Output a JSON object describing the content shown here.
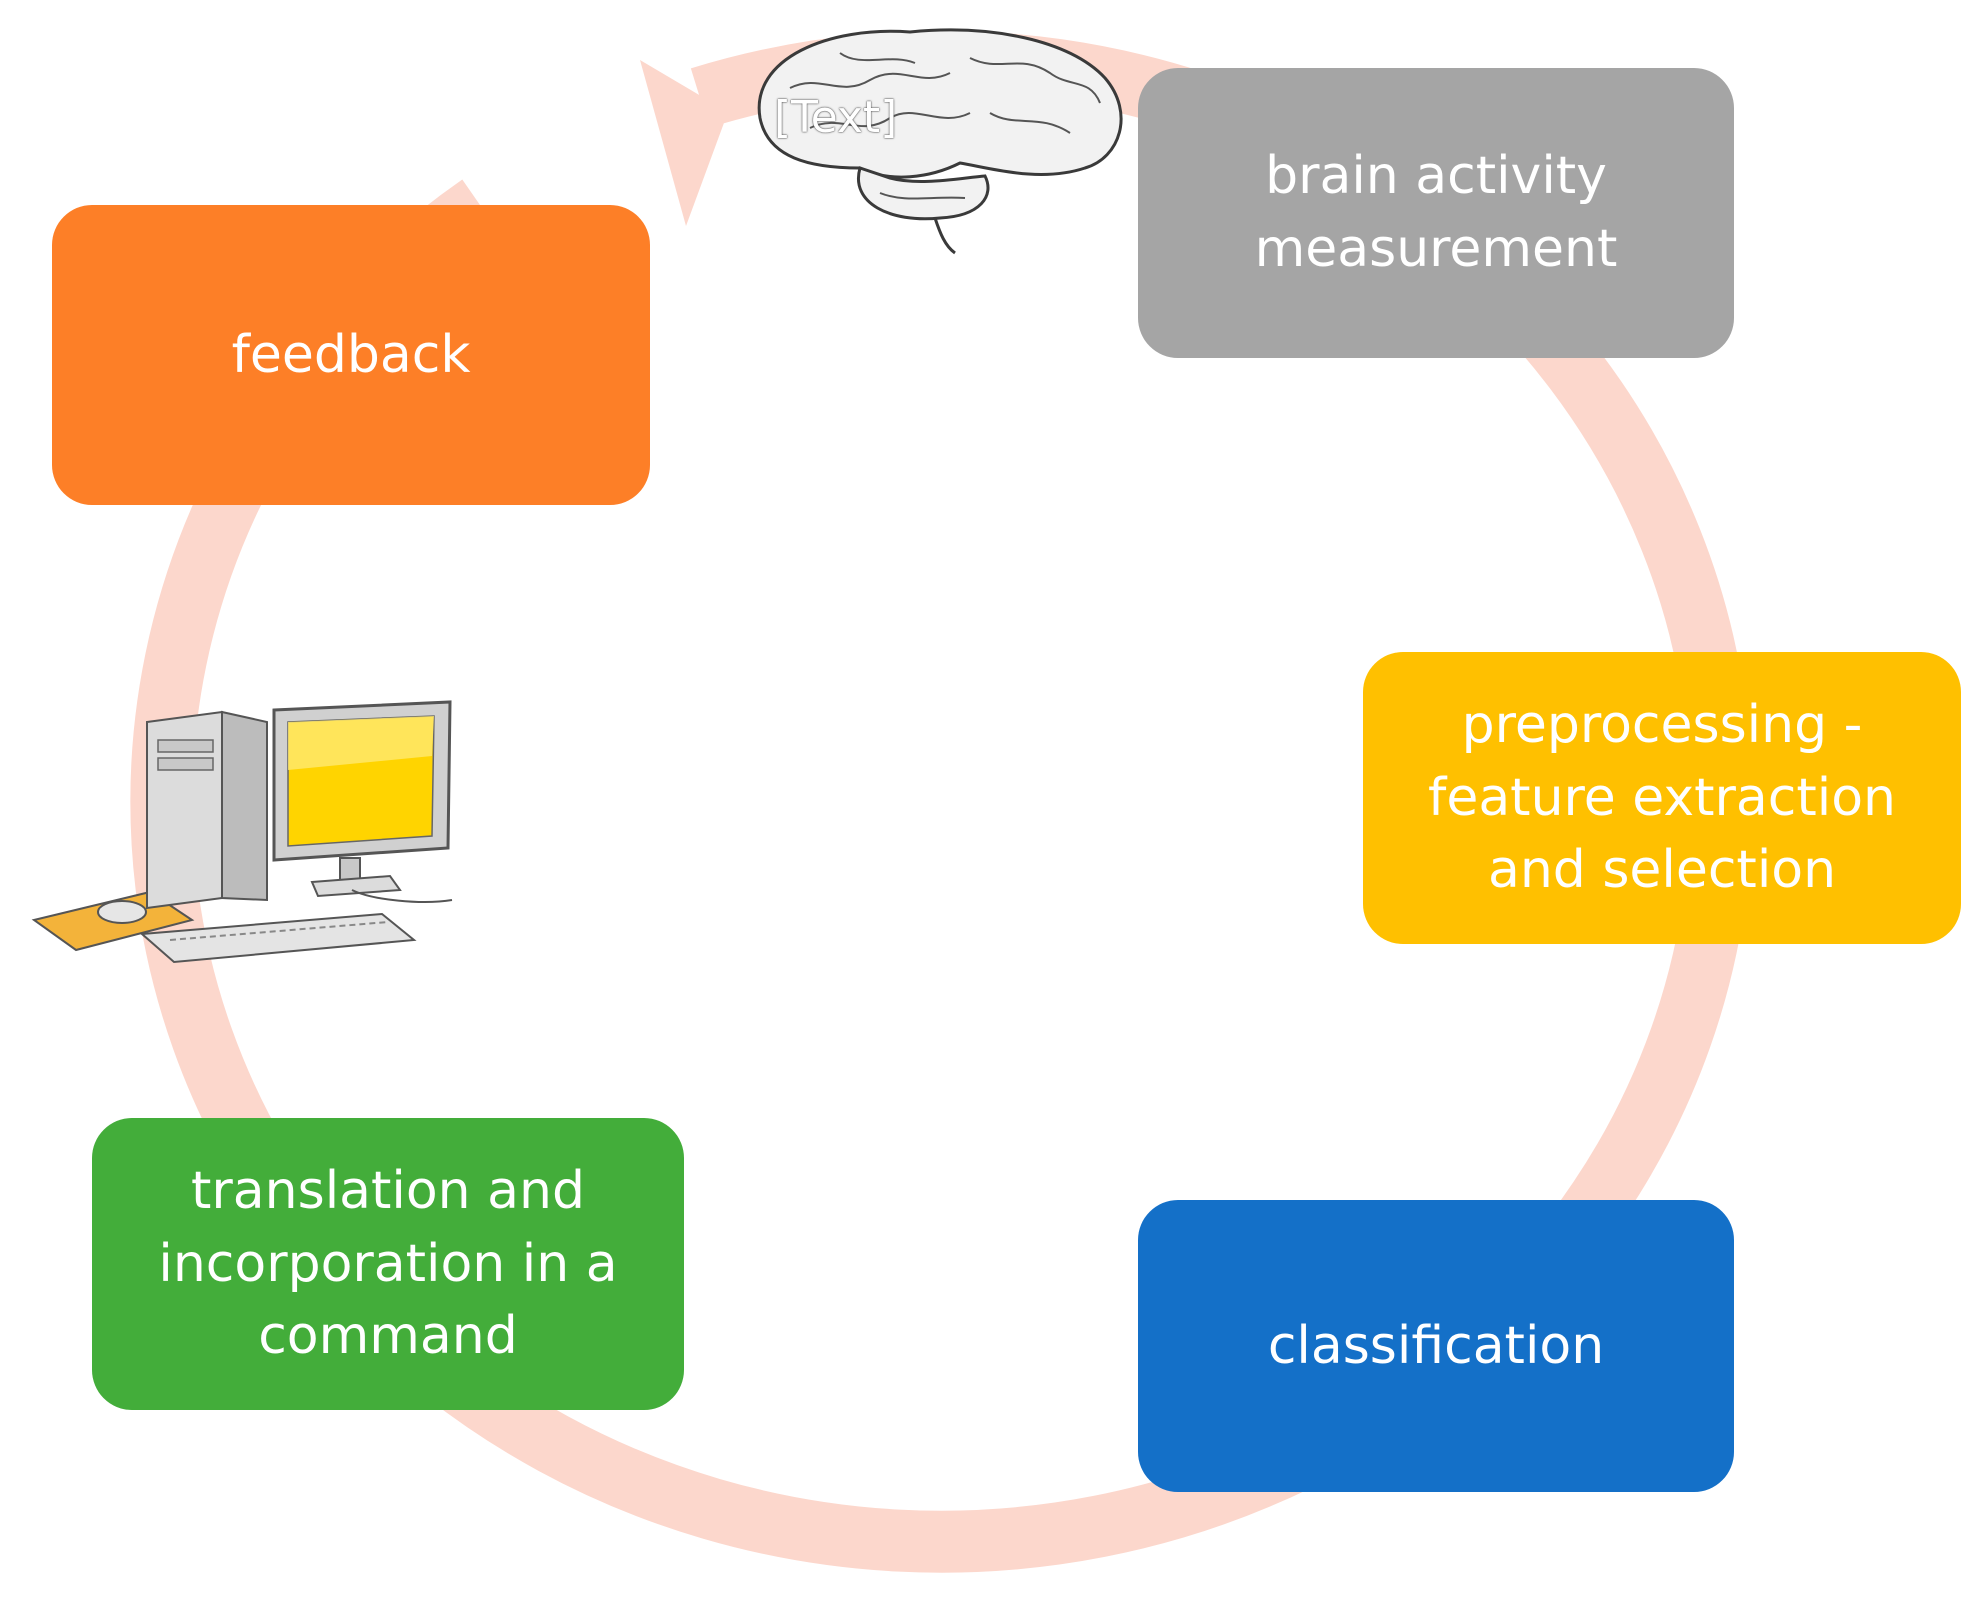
{
  "cycle": {
    "steps": [
      {
        "label": "brain activity measurement",
        "color": "#a5a5a5"
      },
      {
        "label": "preprocessing - feature extraction and selection",
        "color": "#ffc000"
      },
      {
        "label": "classification",
        "color": "#1470c8"
      },
      {
        "label": "translation and incorporation in a command",
        "color": "#43ad3a"
      },
      {
        "label": "feedback",
        "color": "#fd7f27"
      }
    ],
    "arrow_color": "#fcd7cc"
  },
  "brain_image": {
    "icon": "brain-icon",
    "overlay_text": "[Text]"
  },
  "computer_image": {
    "icon": "desktop-computer-icon"
  }
}
